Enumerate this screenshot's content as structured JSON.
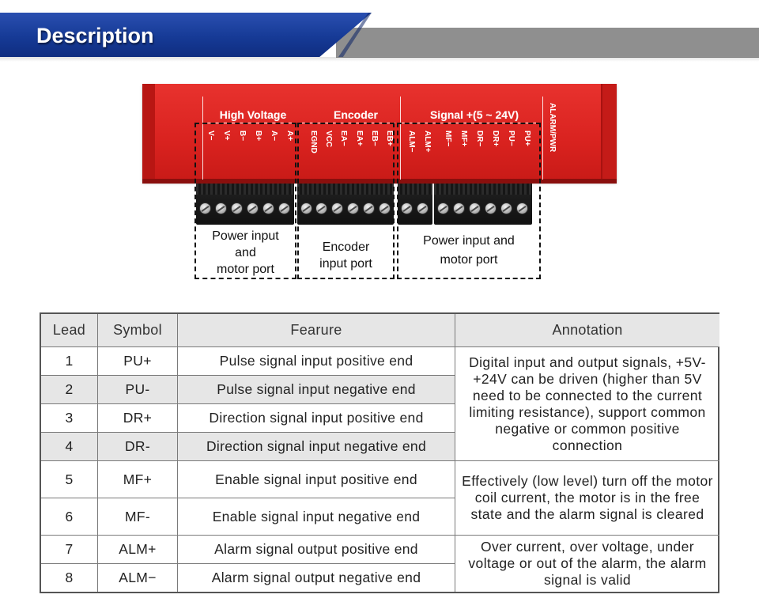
{
  "header": {
    "title": "Description",
    "colors": {
      "blue": "#163a96",
      "gray": "#8f8f8f"
    }
  },
  "device": {
    "color": "#d9221f",
    "groups": [
      {
        "title": "High Voltage",
        "pins": [
          "V−",
          "V+",
          "B−",
          "B+",
          "A−",
          "A+"
        ]
      },
      {
        "title": "Encoder",
        "pins": [
          "EGND",
          "VCC",
          "EA−",
          "EA+",
          "EB−",
          "EB+"
        ]
      },
      {
        "title": "Signal +(5 ~ 24V)",
        "pins": [
          "ALM−",
          "ALM+",
          "MF−",
          "MF+",
          "DR−",
          "DR+",
          "PU−",
          "PU+"
        ]
      }
    ],
    "side_label": "ALARM/PWR"
  },
  "ports": [
    {
      "label_lines": [
        "Power input",
        "and",
        "motor port"
      ]
    },
    {
      "label_lines": [
        "Encoder",
        "input port"
      ]
    },
    {
      "label_lines": [
        "Power input and",
        "motor port"
      ]
    }
  ],
  "table": {
    "headers": [
      "Lead",
      "Symbol",
      "Fearure",
      "Annotation"
    ],
    "rows": [
      {
        "lead": "1",
        "symbol": "PU+",
        "feature": "Pulse signal input positive end"
      },
      {
        "lead": "2",
        "symbol": "PU-",
        "feature": "Pulse signal input negative end"
      },
      {
        "lead": "3",
        "symbol": "DR+",
        "feature": "Direction signal input positive end"
      },
      {
        "lead": "4",
        "symbol": "DR-",
        "feature": "Direction signal input negative end"
      },
      {
        "lead": "5",
        "symbol": "MF+",
        "feature": "Enable signal input positive end"
      },
      {
        "lead": "6",
        "symbol": "MF-",
        "feature": "Enable signal input negative end"
      },
      {
        "lead": "7",
        "symbol": "ALM+",
        "feature": "Alarm signal output positive end"
      },
      {
        "lead": "8",
        "symbol": "ALM−",
        "feature": "Alarm signal output negative end"
      }
    ],
    "annotations": [
      {
        "rows": "1-4",
        "text": "Digital input and output signals, +5V- +24V can be driven (higher than 5V need to be connected to the current limiting resistance), support common negative or common positive connection"
      },
      {
        "rows": "5-6",
        "text": "Effectively (low level) turn off the motor coil current, the motor is in the free state and the alarm signal is cleared"
      },
      {
        "rows": "7-8",
        "text": "Over current, over voltage, under voltage or out of the alarm, the alarm signal is valid"
      }
    ]
  }
}
